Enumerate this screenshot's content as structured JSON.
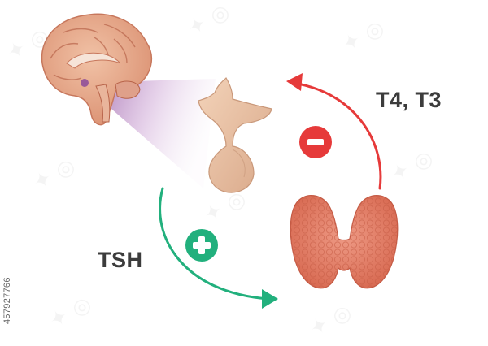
{
  "labels": {
    "feedback_hormones": "T4, T3",
    "stimulating_hormone": "TSH"
  },
  "signs": {
    "inhibition": "minus",
    "stimulation": "plus"
  },
  "stock_id": "457927766",
  "colors": {
    "negative_feedback": "#e63a3a",
    "positive_signal": "#22b07d",
    "brain_tissue": "#e6a98c",
    "pituitary": "#e9bc9c",
    "thyroid": "#e58168",
    "projection": "#9b5fa8"
  },
  "icons": [
    "brain-icon",
    "pituitary-gland-icon",
    "thyroid-gland-icon",
    "minus-icon",
    "plus-icon"
  ]
}
